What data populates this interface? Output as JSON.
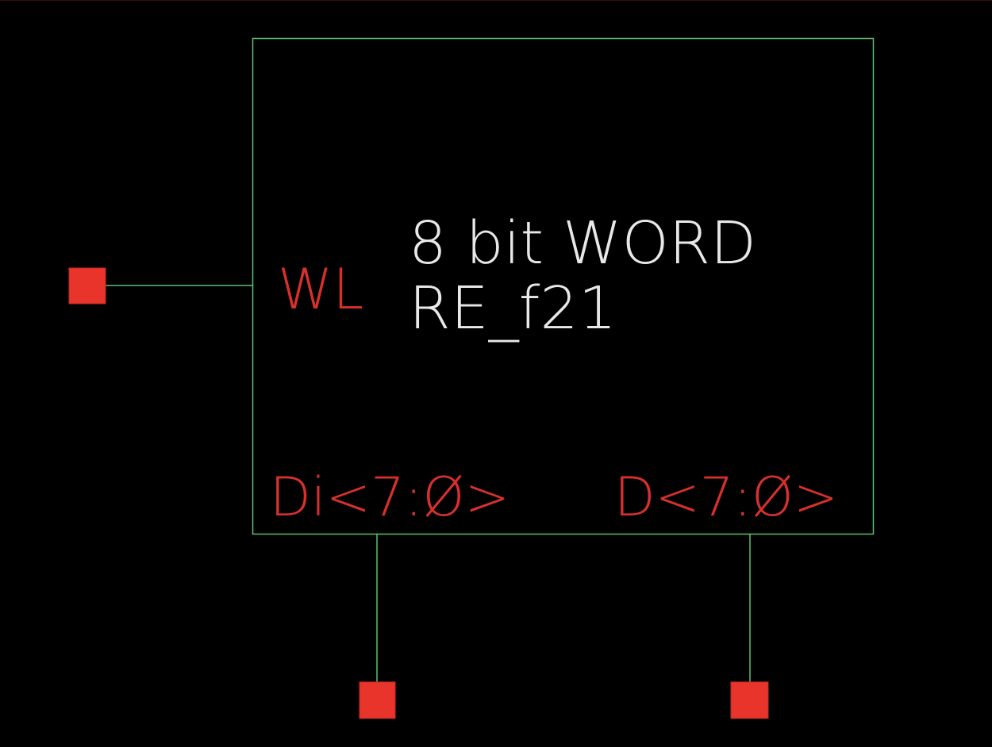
{
  "colors": {
    "background": "#000000",
    "body_outline": "#5fbf6f",
    "wire": "#5fbf6f",
    "pin_fill": "#e8342a",
    "pin_label": "#d8302a",
    "title_text": "#e8e8e8"
  },
  "symbol": {
    "title_line1": "8 bit WORD",
    "title_line2": "RE_f21",
    "pins": [
      {
        "id": "wl",
        "label": "WL",
        "side": "left"
      },
      {
        "id": "di",
        "label": "Di<7:Ø>",
        "side": "bottom"
      },
      {
        "id": "d",
        "label": "D<7:Ø>",
        "side": "bottom"
      }
    ]
  }
}
